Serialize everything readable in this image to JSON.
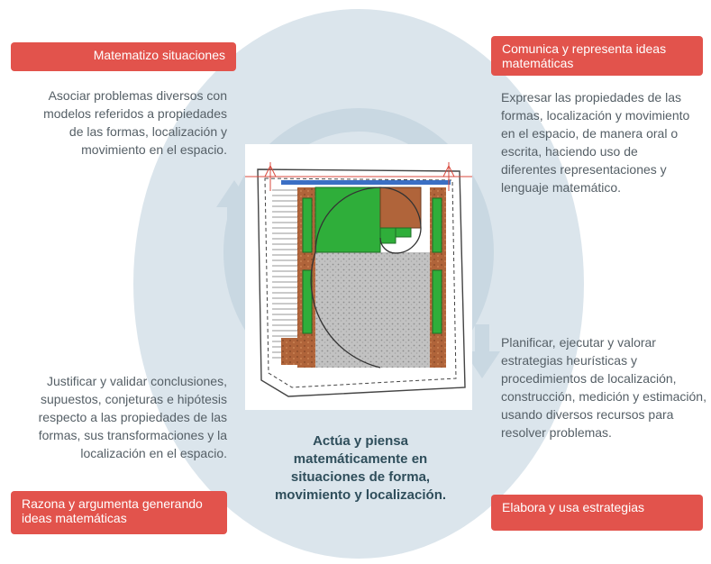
{
  "tags": {
    "top_left": "Matematizo situaciones",
    "top_right": "Comunica y representa ideas matemáticas",
    "bottom_left": "Razona y argumenta generando ideas matemáticas",
    "bottom_right": "Elabora y usa estrategias"
  },
  "paragraphs": {
    "top_left": "Asociar problemas diversos con modelos referidos a propiedades de las formas, localización y movimiento en el espacio.",
    "top_right": "Expresar las propiedades de las formas, localización y movimiento en el espacio, de manera oral o escrita, haciendo uso de diferentes representaciones y lenguaje matemático.",
    "bottom_left": "Justificar y validar conclusiones, supuestos, conjeturas e hipótesis respecto a las propiedades de las formas, sus transformaciones y la localización en el espacio.",
    "bottom_right": "Planificar, ejecutar y valorar estrategias heurísticas y procedimientos de localización, construcción, medición y estimación, usando diversos recursos para resolver problemas."
  },
  "center_text": "Actúa y piensa matemáticamente en situaciones de forma, movimiento y localización.",
  "colors": {
    "tag": "#e2534c",
    "circle": "#dbe5ec",
    "ring": "#c9d8e2",
    "center_text": "#2f4e5b",
    "green": "#2fae3a",
    "brown": "#b0643a",
    "gravel": "#b9b9b9"
  }
}
